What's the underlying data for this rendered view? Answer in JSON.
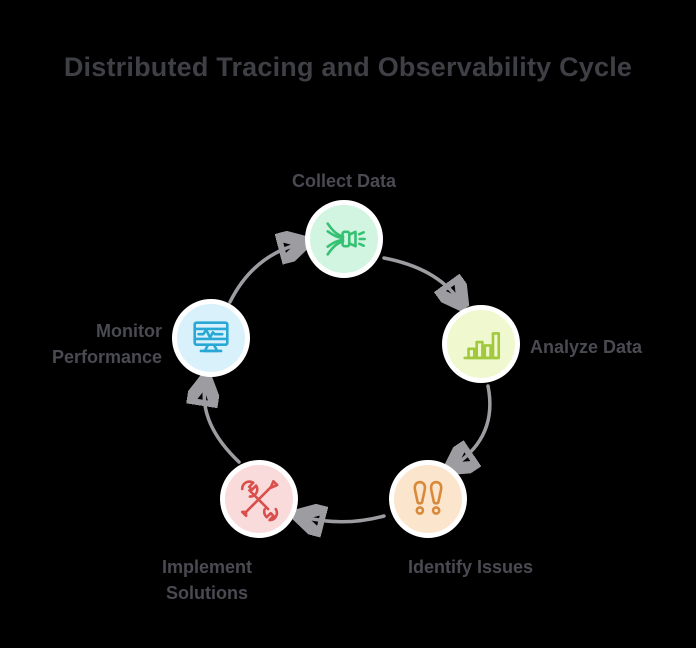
{
  "title": "Distributed Tracing and Observability Cycle",
  "colors": {
    "background": "#000000",
    "title_text": "#3f3f46",
    "label_text": "#4a4a52",
    "arrow": "#9c9ca1",
    "node_ring": "#ffffff"
  },
  "cycle": {
    "nodes": [
      {
        "id": "collect-data",
        "label": "Collect Data",
        "icon": "funnel-collector-icon",
        "fill": "#d2f5e1",
        "stroke": "#35c173"
      },
      {
        "id": "analyze-data",
        "label": "Analyze Data",
        "icon": "bar-chart-icon",
        "fill": "#eff8cf",
        "stroke": "#a2c83d"
      },
      {
        "id": "identify-issues",
        "label": "Identify Issues",
        "icon": "double-exclamation-icon",
        "fill": "#fce5cd",
        "stroke": "#d9893a"
      },
      {
        "id": "implement-solutions",
        "label": "Implement Solutions",
        "icon": "crossed-tools-icon",
        "fill": "#fadbdb",
        "stroke": "#da4f4c"
      },
      {
        "id": "monitor-performance",
        "label": "Monitor Performance",
        "icon": "monitor-pulse-icon",
        "fill": "#d9f1fb",
        "stroke": "#2aa8d5"
      }
    ],
    "flow": [
      "collect-data",
      "analyze-data",
      "identify-issues",
      "implement-solutions",
      "monitor-performance",
      "collect-data"
    ]
  }
}
